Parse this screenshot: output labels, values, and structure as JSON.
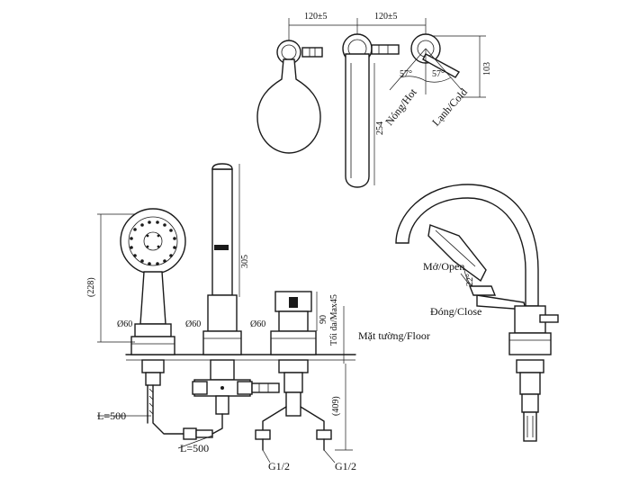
{
  "labels": {
    "dim_spacing_left": "120±5",
    "dim_spacing_right": "120±5",
    "dim_height_103": "103",
    "dim_length_254": "254",
    "angle_hot": "57°",
    "angle_cold": "57°",
    "hot": "Nóng/Hot",
    "cold": "Lạnh/Cold",
    "dim_228": "(228)",
    "dim_305": "305",
    "dim_90": "90",
    "max_45": "Tối đa/Max45",
    "floor": "Mặt tường/Floor",
    "dia_1": "Ø60",
    "dia_2": "Ø60",
    "dia_3": "Ø60",
    "hose_1": "L=500",
    "hose_2": "L=500",
    "dim_409": "(409)",
    "thread_1": "G1/2",
    "thread_2": "G1/2",
    "open": "Mở/Open",
    "close": "Đóng/Close",
    "angle_22": "22°"
  }
}
